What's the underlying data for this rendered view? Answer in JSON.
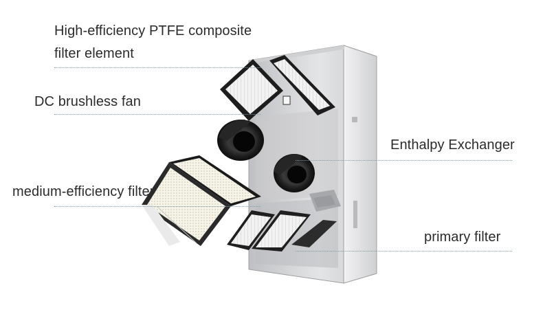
{
  "labels": {
    "ptfe_line1": "High-efficiency PTFE composite",
    "ptfe_line2": "filter element",
    "dc_fan": "DC brushless fan",
    "enthalpy": "Enthalpy Exchanger",
    "medium": "medium-efficiency filter",
    "primary": "primary filter"
  },
  "colors": {
    "text": "#2b2b2b",
    "leader": "#7c9aa3",
    "housing": "#d9d9db",
    "housing_dark": "#a9aaad",
    "frame": "#222222",
    "media": "#f4f1e6"
  }
}
